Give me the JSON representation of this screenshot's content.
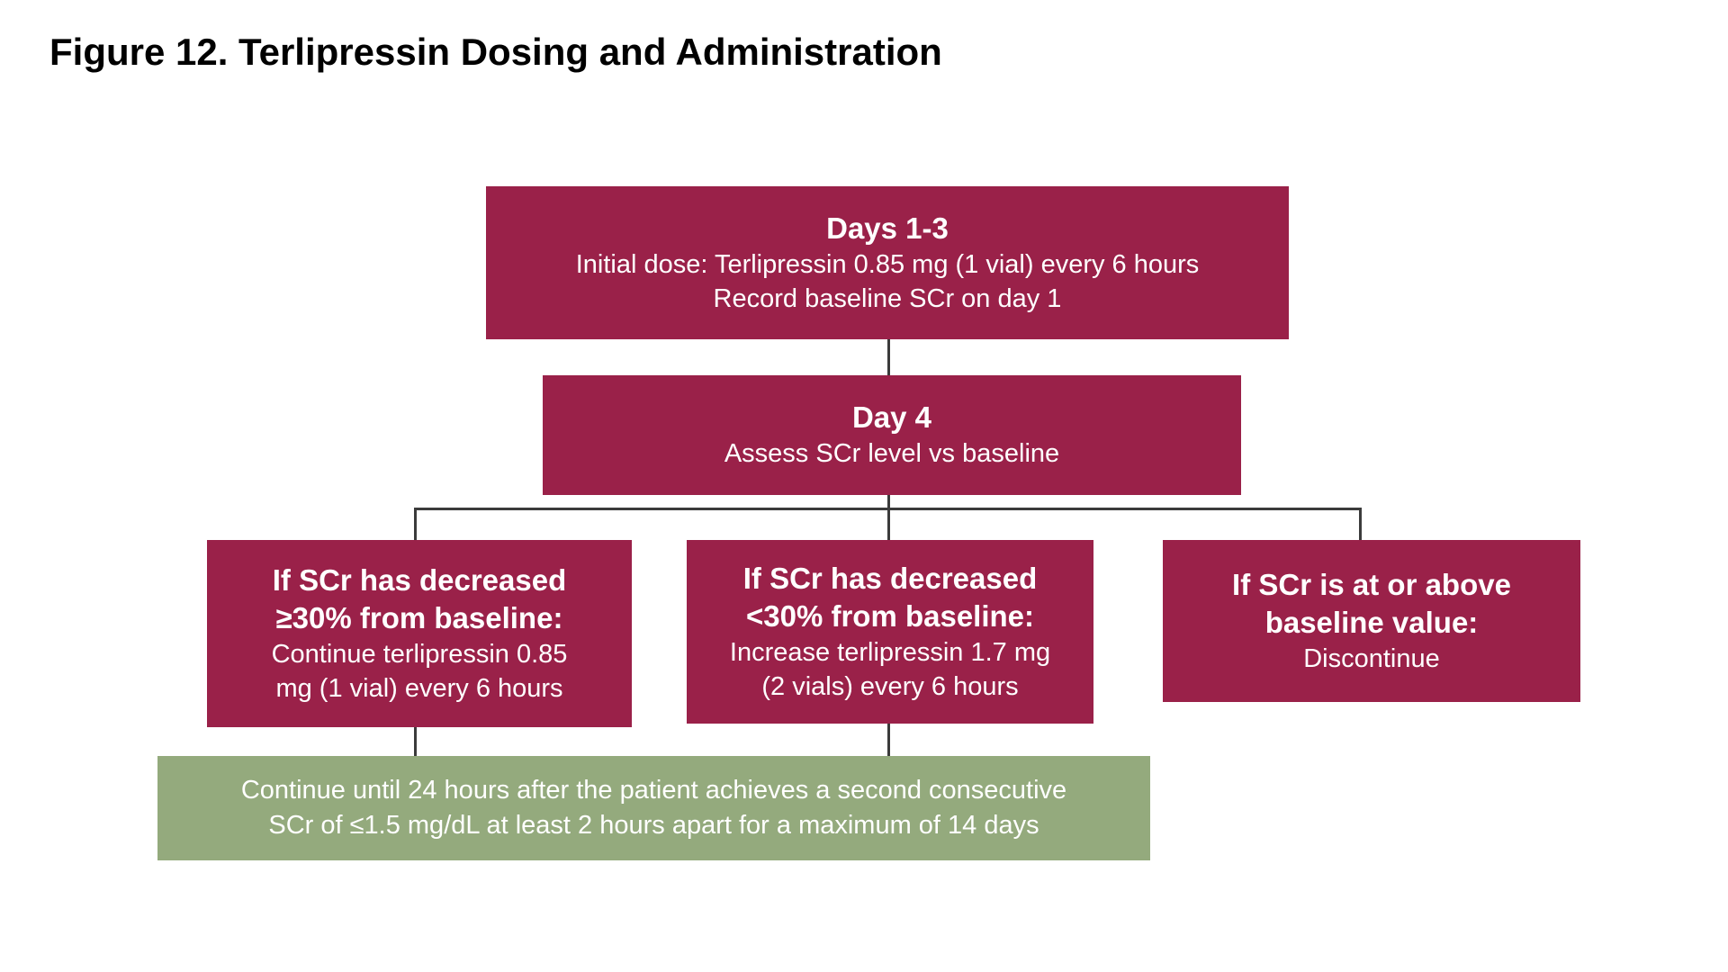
{
  "figure": {
    "title": "Figure 12. Terlipressin Dosing and Administration"
  },
  "colors": {
    "node_fill": "#9A2149",
    "terminal_fill": "#94AA7D",
    "connector": "#3B3B3B",
    "node_text": "#FFFFFF",
    "title_text": "#000000",
    "background": "#FFFFFF"
  },
  "nodes": {
    "days_1_3": {
      "heading": "Days 1-3",
      "lines": [
        "Initial dose: Terlipressin 0.85 mg (1 vial) every 6 hours",
        "Record baseline SCr on day 1"
      ]
    },
    "day_4": {
      "heading": "Day 4",
      "lines": [
        "Assess SCr level vs baseline"
      ]
    },
    "scr_decreased_30_or_more": {
      "heading_lines": [
        "If SCr has decreased",
        "≥30% from baseline:"
      ],
      "body_lines": [
        "Continue terlipressin 0.85",
        "mg (1 vial) every 6 hours"
      ]
    },
    "scr_decreased_less_than_30": {
      "heading_lines": [
        "If SCr has decreased",
        "<30% from baseline:"
      ],
      "body_lines": [
        "Increase terlipressin 1.7 mg",
        "(2 vials) every 6 hours"
      ]
    },
    "scr_at_or_above_baseline": {
      "heading_lines": [
        "If SCr is at or above",
        "baseline value:"
      ],
      "body_lines": [
        "Discontinue"
      ]
    },
    "continue_until": {
      "lines": [
        "Continue until 24 hours after the patient achieves a second consecutive",
        "SCr of ≤1.5 mg/dL at least 2 hours apart for a maximum of 14 days"
      ]
    }
  }
}
